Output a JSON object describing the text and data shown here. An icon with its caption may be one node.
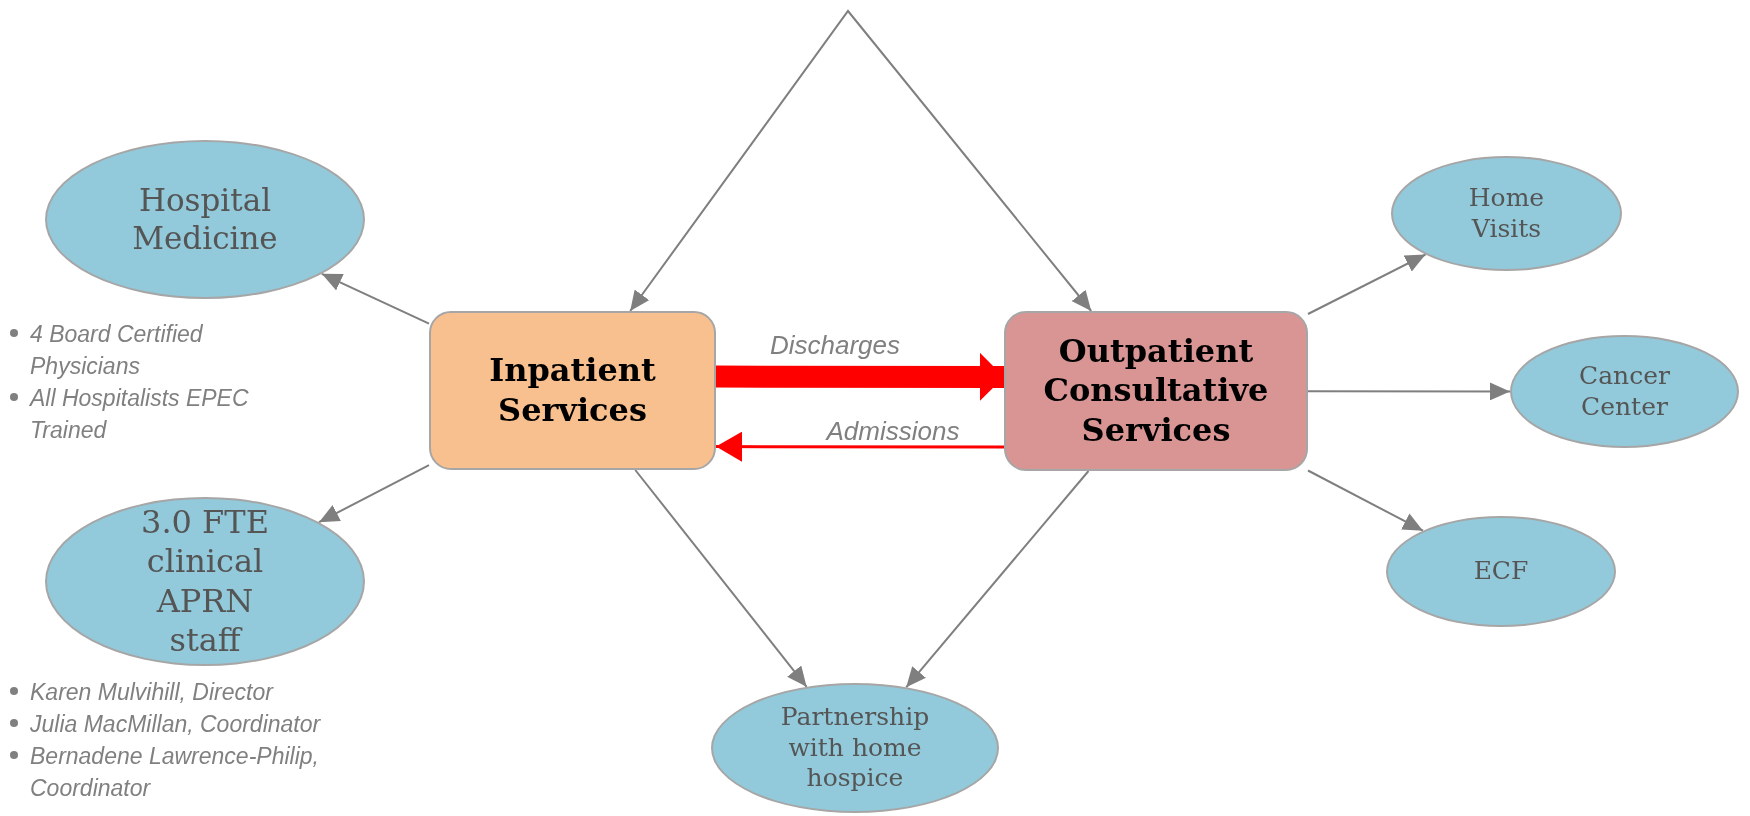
{
  "diagram": {
    "nodes": [
      {
        "text": [
          "Hospital Medicine"
        ],
        "beside": [
          "4 Board Certified Physicians",
          "All Hospitalists EPEC Trained"
        ]
      },
      {
        "text": [
          "Inpatient Services"
        ]
      },
      {
        "text": [
          "Outpatient Consultative Services"
        ]
      },
      {
        "text": [
          "Home Visits"
        ]
      },
      {
        "text": [
          "Cancer Center"
        ]
      },
      {
        "text": [
          "3.0 FTE clinical APRN staff"
        ],
        "beside": [
          "Karen Mulvihill, Director",
          "Julia MacMillan, Coordinator",
          "Bernadene Lawrence-Philip, Coordinator"
        ]
      },
      {
        "text": [
          "ECF"
        ]
      },
      {
        "text": [
          "Partnership with home hospice"
        ]
      }
    ],
    "edges": [
      {
        "from": 1,
        "to": 2,
        "arrow": "both"
      },
      {
        "from": 1,
        "to": 0,
        "arrow": "to"
      },
      {
        "from": 1,
        "to": 5,
        "arrow": "to"
      },
      {
        "from": 1,
        "to": 7,
        "arrow": "to"
      },
      {
        "from": 2,
        "to": 7,
        "arrow": "to"
      },
      {
        "from": 2,
        "to": 3,
        "arrow": "to"
      },
      {
        "from": 2,
        "to": 4,
        "arrow": "to"
      },
      {
        "from": 2,
        "to": 6,
        "arrow": "to"
      },
      {
        "from": 1,
        "to": 2,
        "arrow": "to",
        "label": "Discharges",
        "style": "thick",
        "color": "#ff0000"
      },
      {
        "from": 2,
        "to": 1,
        "arrow": "to",
        "label": "Admissions",
        "color": "#ff0000"
      }
    ]
  }
}
